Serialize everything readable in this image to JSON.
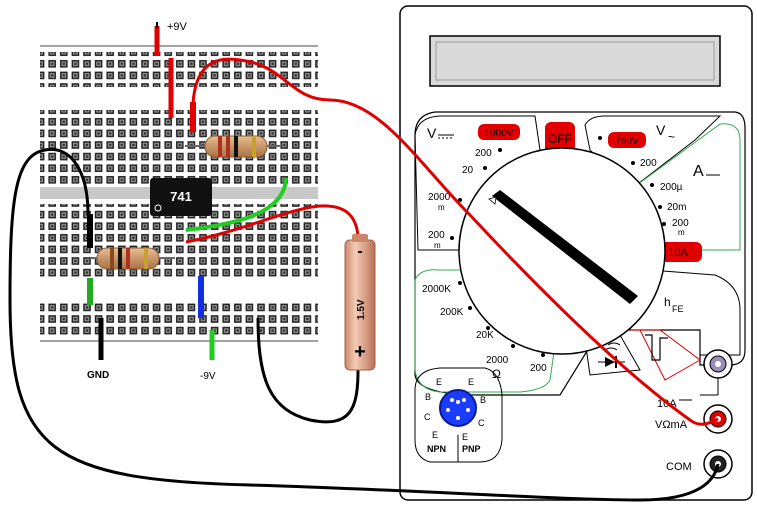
{
  "breadboard": {
    "supply_positive": "+9V",
    "supply_negative": "-9V",
    "ground": "GND",
    "ic_label": "741",
    "battery_voltage": "1.5V",
    "battery_minus": "-",
    "battery_plus": "+"
  },
  "multimeter": {
    "dc_volts_label": "V",
    "ac_volts_label": "V",
    "dc_amps_label": "A",
    "range_1000v": "1000V",
    "range_off": "OFF",
    "range_750v": "750V",
    "range_10a": "10A",
    "dcv_ranges": [
      "200",
      "20",
      "2000",
      "m",
      "200",
      "m"
    ],
    "acv_range": "200",
    "dca_ranges": [
      "200µ",
      "20m",
      "200",
      "m"
    ],
    "ohm_ranges": [
      "2000K",
      "200K",
      "20K",
      "2000",
      "Ω",
      "200"
    ],
    "hfe_label": "h",
    "hfe_sub": "FE",
    "transistor_npn": "NPN",
    "transistor_pnp": "PNP",
    "pin_labels_left": [
      "E",
      "B",
      "C",
      "E"
    ],
    "pin_labels_right": [
      "E",
      "B",
      "C",
      "E"
    ],
    "jack_10a": "10A",
    "jack_v_ohm_ma": "VΩmA",
    "jack_com": "COM"
  },
  "colors": {
    "wire_red": "#e00000",
    "wire_black": "#000000",
    "wire_green": "#22cc22",
    "wire_blue": "#1030e0",
    "range_red": "#e00000",
    "display": "#d9d9d9",
    "transistor_socket": "#1a3cff"
  }
}
